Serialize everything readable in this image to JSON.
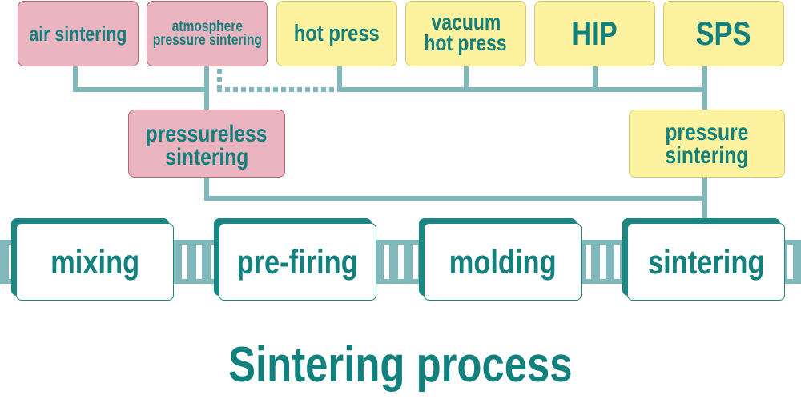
{
  "title": "Sintering process",
  "top_row": [
    {
      "lines": [
        "air sintering"
      ]
    },
    {
      "lines": [
        "atmosphere",
        "pressure sintering"
      ]
    },
    {
      "lines": [
        "hot press"
      ]
    },
    {
      "lines": [
        "vacuum",
        "hot press"
      ]
    },
    {
      "lines": [
        "HIP"
      ]
    },
    {
      "lines": [
        "SPS"
      ]
    }
  ],
  "middle_row": [
    {
      "lines": [
        "pressureless",
        "sintering"
      ]
    },
    {
      "lines": [
        "pressure",
        "sintering"
      ]
    }
  ],
  "process_steps": [
    "mixing",
    "pre-firing",
    "molding",
    "sintering"
  ],
  "colors": {
    "pressureless_fill": "#eab5c0",
    "pressureless_border": "#b5666f",
    "pressure_fill": "#fdf2a0",
    "pressure_border": "#d8c872",
    "label_text": "#12807c",
    "connector": "#80b8bc",
    "step_outline": "#1b8784",
    "step_fill": "#ffffff"
  }
}
